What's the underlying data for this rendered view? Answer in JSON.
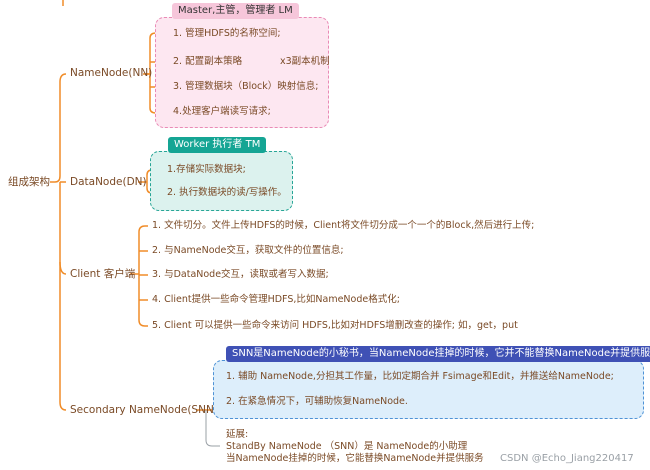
{
  "root": {
    "label": "组成架构"
  },
  "namenode": {
    "label": "NameNode(NN)",
    "tag": "Master,主管，管理者 LM",
    "items": [
      "1. 管理HDFS的名称空间;",
      "2. 配置副本策略",
      "3. 管理数据块（Block）映射信息;",
      "4.处理客户端读写请求;"
    ],
    "replica_note": "x3副本机制"
  },
  "datanode": {
    "label": "DataNode(DN)",
    "tag": "Worker 执行者 TM",
    "items": [
      "1.存储实际数据块;",
      "2. 执行数据块的读/写操作。"
    ]
  },
  "client": {
    "label": "Client 客户端",
    "items": [
      "1. 文件切分。文件上传HDFS的时候，Client将文件切分成一个一个的Block,然后进行上传;",
      "2. 与NameNode交互，获取文件的位置信息;",
      "3. 与DataNode交互，读取或者写入数据;",
      "4. Client提供一些命令管理HDFS,比如NameNode格式化;",
      "5. Client 可以提供一些命令来访问 HDFS,比如对HDFS增删改查的操作;  如，get，put"
    ]
  },
  "snn": {
    "label": "Secondary NameNode(SNN)",
    "tag": "SNN是NameNode的小秘书，当NameNode挂掉的时候，它并不能替换NameNode并提供服务",
    "items": [
      "1. 辅助 NameNode,分担其工作量，比如定期合并 Fsimage和Edit，并推送给NameNode;",
      "2. 在紧急情况下，可辅助恢复NameNode."
    ],
    "ext_title": "延展:",
    "ext_line1": "StandBy NameNode （SNN）是 NameNode的小助理",
    "ext_line2": "当NameNode挂掉的时候，它能替换NameNode并提供服务"
  },
  "watermark": "CSDN @Echo_Jiang220417",
  "colors": {
    "connector": "#f08c28",
    "pink_border": "#e98ab5",
    "teal_border": "#27a596",
    "blue_border": "#4e92d6",
    "text": "#7a4a26"
  }
}
